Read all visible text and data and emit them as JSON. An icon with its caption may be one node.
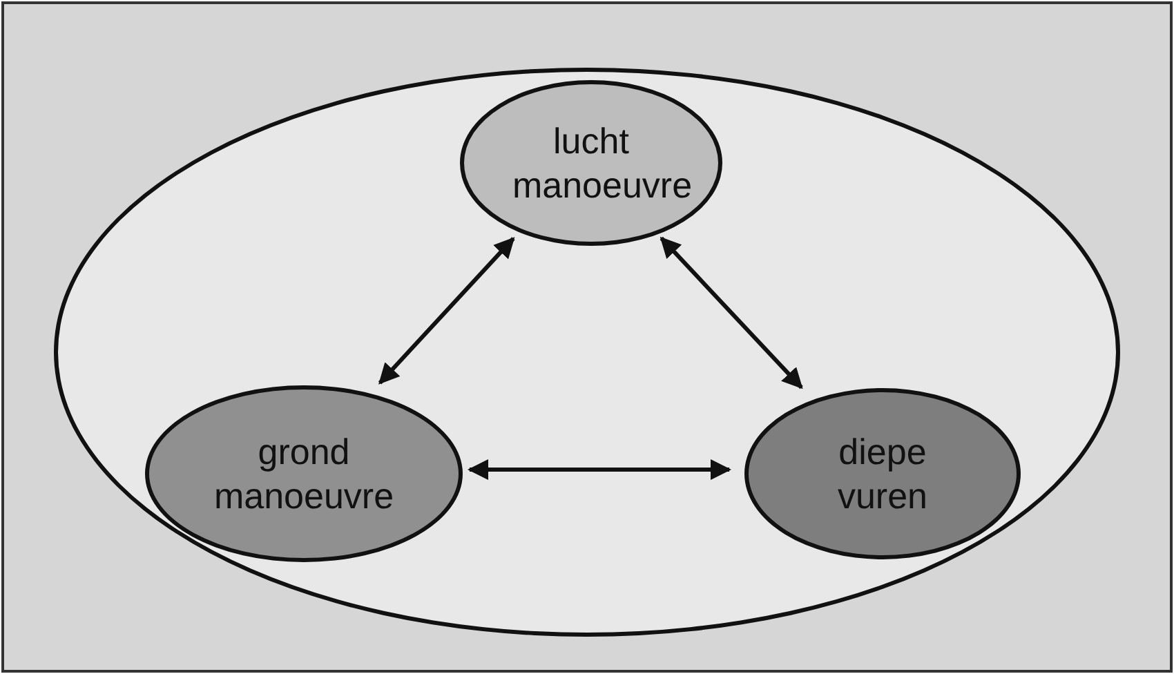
{
  "diagram": {
    "nodes": [
      {
        "text": [],
        "shape": "ellipse"
      },
      {
        "text": [
          "lucht manoeuvre"
        ],
        "in": 0
      },
      {
        "text": [
          "grond manoeuvre"
        ],
        "in": 0
      },
      {
        "text": [
          "diepe vuren"
        ],
        "in": 0
      }
    ],
    "edges": [
      {
        "from": 1,
        "to": 2,
        "arrow": "both"
      },
      {
        "from": 1,
        "to": 3,
        "arrow": "both"
      },
      {
        "from": 2,
        "to": 3,
        "arrow": "both"
      }
    ]
  }
}
